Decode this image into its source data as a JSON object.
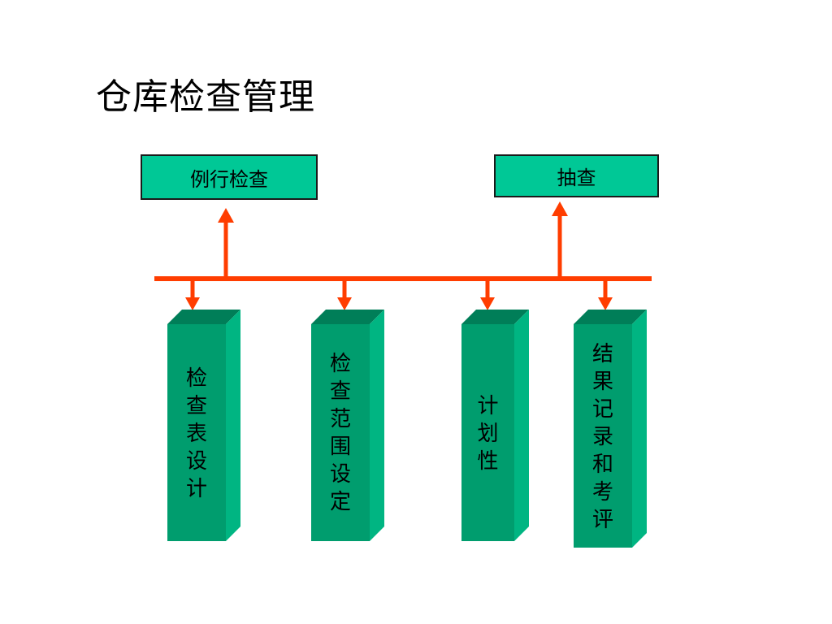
{
  "title": "仓库检查管理",
  "top_boxes": {
    "routine": "例行检查",
    "spot": "抽查"
  },
  "columns": [
    {
      "label": "检查表设计"
    },
    {
      "label": "检查范围设定"
    },
    {
      "label": "计划性"
    },
    {
      "label": "结果记录和考评"
    }
  ],
  "colors": {
    "connector": "#ff3d00",
    "box_fill": "#00c896",
    "column_front": "#009d6e",
    "column_top": "#007e58",
    "column_side": "#00b582"
  }
}
